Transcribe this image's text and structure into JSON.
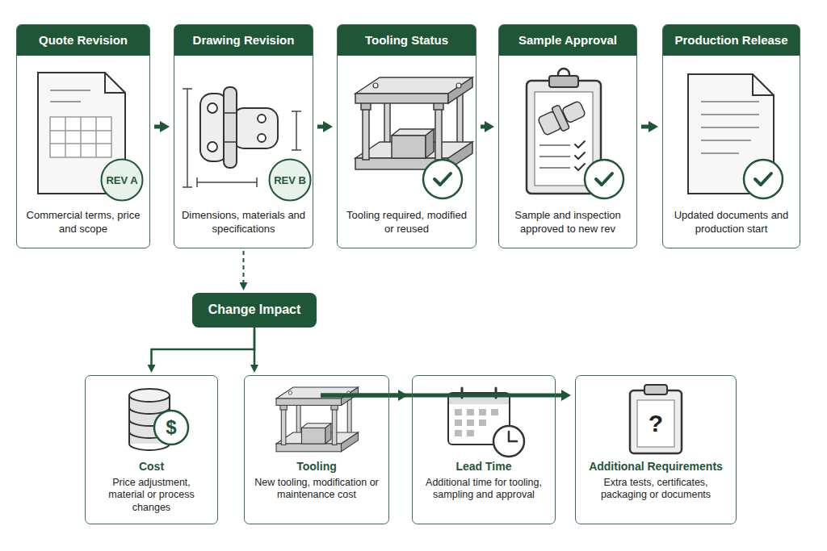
{
  "diagram": {
    "nodes": [
      {
        "text": [
          "Quote Revision",
          "Commercial terms, price and scope"
        ]
      },
      {
        "text": [
          "REV A"
        ],
        "in": 0
      },
      {
        "text": [
          "Drawing Revision",
          "Dimensions, materials and specifications"
        ]
      },
      {
        "text": [
          "REV B"
        ],
        "in": 2
      },
      {
        "text": [
          "Tooling Status",
          "Tooling required, modified or reused"
        ]
      },
      {
        "text": [
          "Sample Approval",
          "Sample and inspection approved to new rev"
        ]
      },
      {
        "text": [
          "Production Release",
          "Updated documents and production start"
        ]
      },
      {
        "text": [
          "Change Impact"
        ]
      },
      {
        "text": [
          "Cost",
          "Price adjustment, material or process changes"
        ]
      },
      {
        "text": [
          "Tooling",
          "New tooling, modification or maintenance cost"
        ]
      },
      {
        "text": [
          "Lead Time",
          "Additional time for tooling, sampling and approval"
        ]
      },
      {
        "text": [
          "Additional Requirements",
          "Extra tests, certificates, packaging or documents"
        ]
      }
    ],
    "edges": [
      {
        "from": 0,
        "to": 2,
        "arrow": "to"
      },
      {
        "from": 2,
        "to": 4,
        "arrow": "to"
      },
      {
        "from": 4,
        "to": 5,
        "arrow": "to"
      },
      {
        "from": 5,
        "to": 6,
        "arrow": "to"
      },
      {
        "from": 2,
        "to": 7,
        "arrow": "to"
      },
      {
        "from": 7,
        "to": 8,
        "arrow": "to"
      },
      {
        "from": 7,
        "to": 9,
        "arrow": "to"
      },
      {
        "from": 7,
        "to": 10,
        "arrow": "to"
      },
      {
        "from": 7,
        "to": 11,
        "arrow": "to"
      }
    ],
    "labels": [
      "$",
      "?"
    ]
  }
}
